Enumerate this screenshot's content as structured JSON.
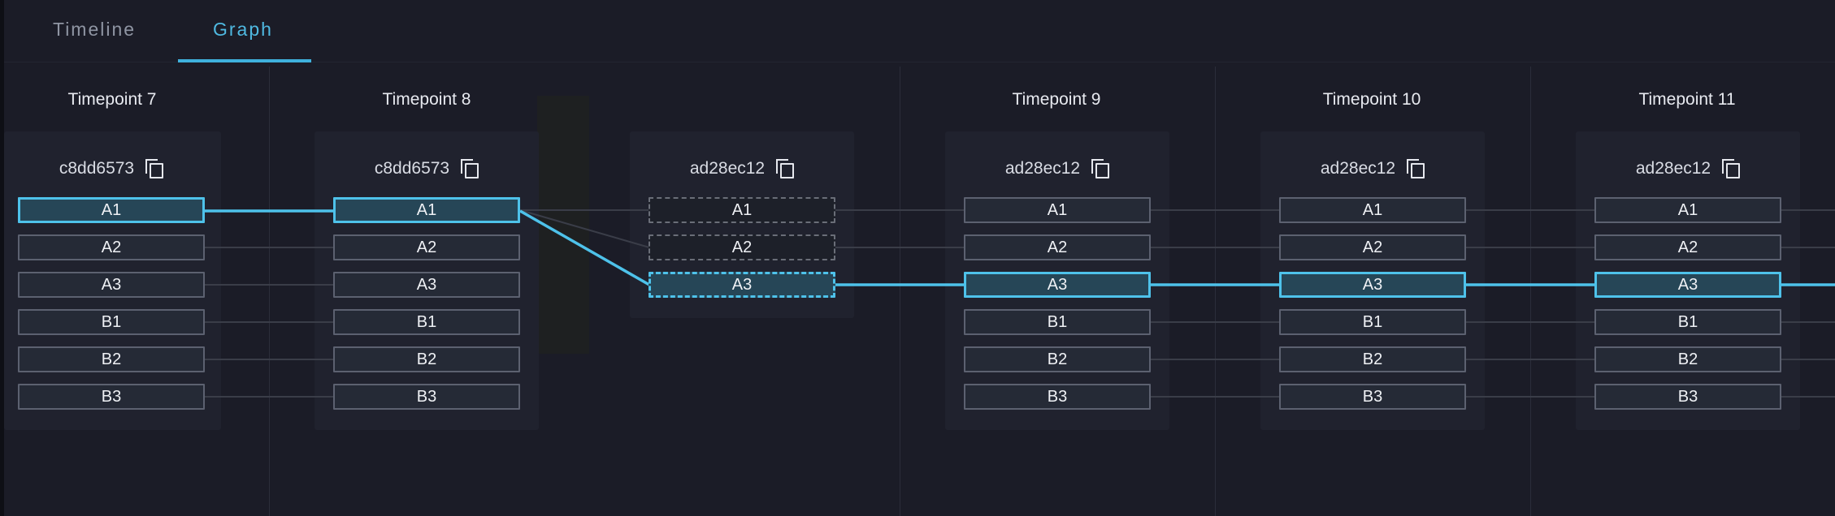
{
  "tabs": [
    {
      "label": "Timeline",
      "active": false
    },
    {
      "label": "Graph",
      "active": true
    }
  ],
  "timepoints": [
    {
      "title": "Timepoint 7"
    },
    {
      "title": "Timepoint 8"
    },
    {
      "title": "Timepoint 9"
    },
    {
      "title": "Timepoint 10"
    },
    {
      "title": "Timepoint 11"
    }
  ],
  "nodes": [
    {
      "hash": "c8dd6573",
      "slots": [
        "A1",
        "A2",
        "A3",
        "B1",
        "B2",
        "B3"
      ],
      "highlighted": "A1",
      "dashed": false
    },
    {
      "hash": "c8dd6573",
      "slots": [
        "A1",
        "A2",
        "A3",
        "B1",
        "B2",
        "B3"
      ],
      "highlighted": "A1",
      "dashed": false
    },
    {
      "hash": "ad28ec12",
      "slots": [
        "A1",
        "A2",
        "A3"
      ],
      "highlighted": "A3",
      "dashed": true
    },
    {
      "hash": "ad28ec12",
      "slots": [
        "A1",
        "A2",
        "A3",
        "B1",
        "B2",
        "B3"
      ],
      "highlighted": "A3",
      "dashed": false
    },
    {
      "hash": "ad28ec12",
      "slots": [
        "A1",
        "A2",
        "A3",
        "B1",
        "B2",
        "B3"
      ],
      "highlighted": "A3",
      "dashed": false
    },
    {
      "hash": "ad28ec12",
      "slots": [
        "A1",
        "A2",
        "A3",
        "B1",
        "B2",
        "B3"
      ],
      "highlighted": "A3",
      "dashed": false
    }
  ],
  "icons": {
    "copy": "copy-icon"
  },
  "colors": {
    "background": "#1b1c27",
    "accent": "#4ec2ea",
    "active_tab": "#4fb9e1",
    "slot_border": "#5c6170",
    "link": "#3a3d48"
  }
}
